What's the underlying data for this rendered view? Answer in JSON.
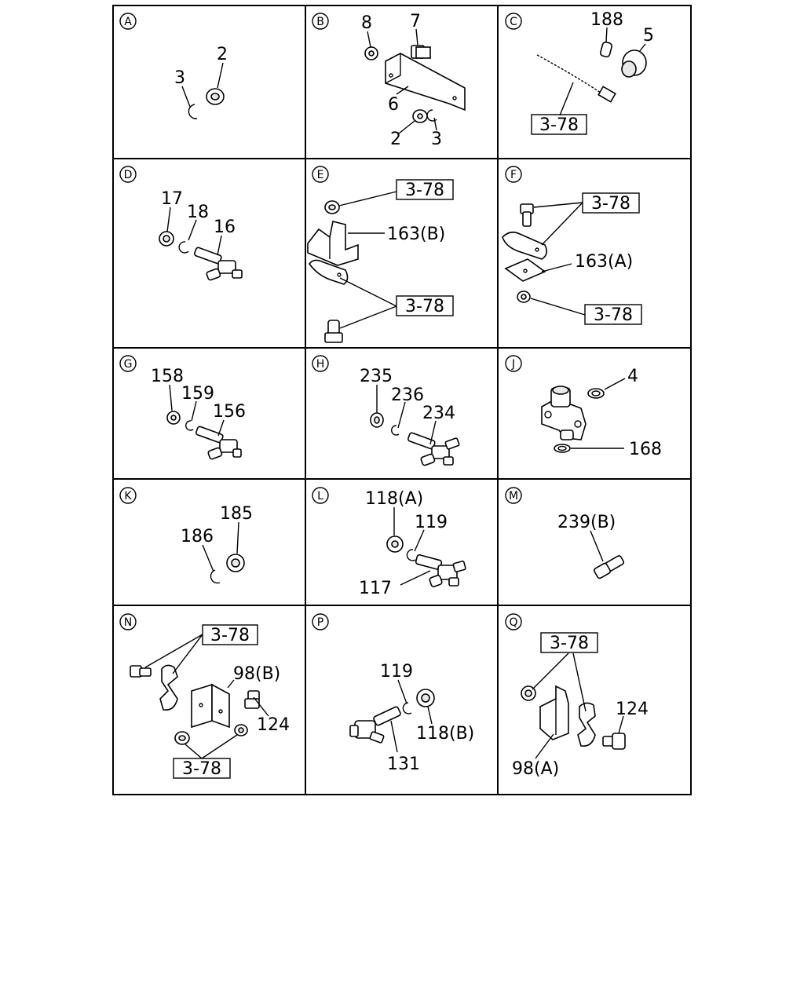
{
  "panels": [
    {
      "letter": "A",
      "labels": [
        "2",
        "3"
      ]
    },
    {
      "letter": "B",
      "labels": [
        "8",
        "7",
        "6",
        "2",
        "3"
      ]
    },
    {
      "letter": "C",
      "labels": [
        "188",
        "5",
        "3-78"
      ]
    },
    {
      "letter": "D",
      "labels": [
        "17",
        "18",
        "16"
      ]
    },
    {
      "letter": "E",
      "labels": [
        "3-78",
        "163(B)",
        "3-78"
      ]
    },
    {
      "letter": "F",
      "labels": [
        "3-78",
        "163(A)",
        "3-78"
      ]
    },
    {
      "letter": "G",
      "labels": [
        "158",
        "159",
        "156"
      ]
    },
    {
      "letter": "H",
      "labels": [
        "235",
        "236",
        "234"
      ]
    },
    {
      "letter": "J",
      "labels": [
        "4",
        "168"
      ]
    },
    {
      "letter": "K",
      "labels": [
        "185",
        "186"
      ]
    },
    {
      "letter": "L",
      "labels": [
        "118(A)",
        "119",
        "117"
      ]
    },
    {
      "letter": "M",
      "labels": [
        "239(B)"
      ]
    },
    {
      "letter": "N",
      "labels": [
        "3-78",
        "98(B)",
        "124",
        "3-78"
      ]
    },
    {
      "letter": "P",
      "labels": [
        "119",
        "118(B)",
        "131"
      ]
    },
    {
      "letter": "Q",
      "labels": [
        "3-78",
        "124",
        "98(A)"
      ]
    }
  ]
}
